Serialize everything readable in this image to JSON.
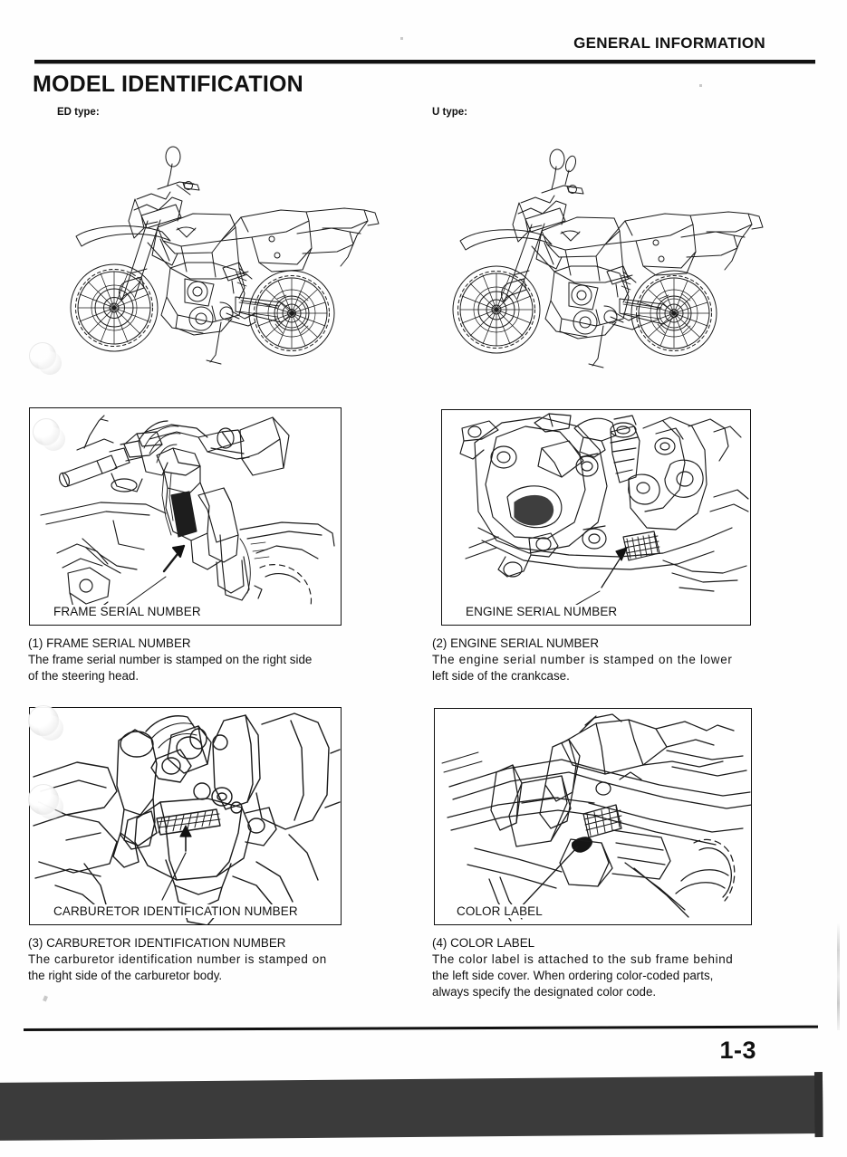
{
  "header": {
    "section_title": "GENERAL INFORMATION",
    "page_title": "MODEL IDENTIFICATION"
  },
  "type_labels": {
    "ed": "ED type:",
    "u": "U type:"
  },
  "figures": [
    {
      "id": "frame-serial-number",
      "box_caption": "FRAME SERIAL NUMBER",
      "caption_title": "(1) FRAME SERIAL NUMBER",
      "caption_lines": [
        "The frame serial number is stamped on the right side",
        "of the steering head."
      ]
    },
    {
      "id": "engine-serial-number",
      "box_caption": "ENGINE SERIAL NUMBER",
      "caption_title": "(2) ENGINE SERIAL NUMBER",
      "caption_lines": [
        "The engine serial number is stamped on the lower",
        "left side of the crankcase."
      ]
    },
    {
      "id": "carburetor-identification-number",
      "box_caption": "CARBURETOR IDENTIFICATION NUMBER",
      "caption_title": "(3) CARBURETOR IDENTIFICATION NUMBER",
      "caption_lines": [
        "The carburetor identification number is stamped on",
        "the right side of the carburetor body."
      ]
    },
    {
      "id": "color-label",
      "box_caption": "COLOR LABEL",
      "caption_title": "(4) COLOR LABEL",
      "caption_lines": [
        "The color label is attached to the sub frame behind",
        "the left side cover. When ordering color-coded parts,",
        "always specify the designated color code."
      ]
    }
  ],
  "footer": {
    "page_number": "1-3"
  },
  "colors": {
    "ink": "#111111",
    "paper": "#fefefe",
    "scan_band": "#3b3b3b"
  }
}
